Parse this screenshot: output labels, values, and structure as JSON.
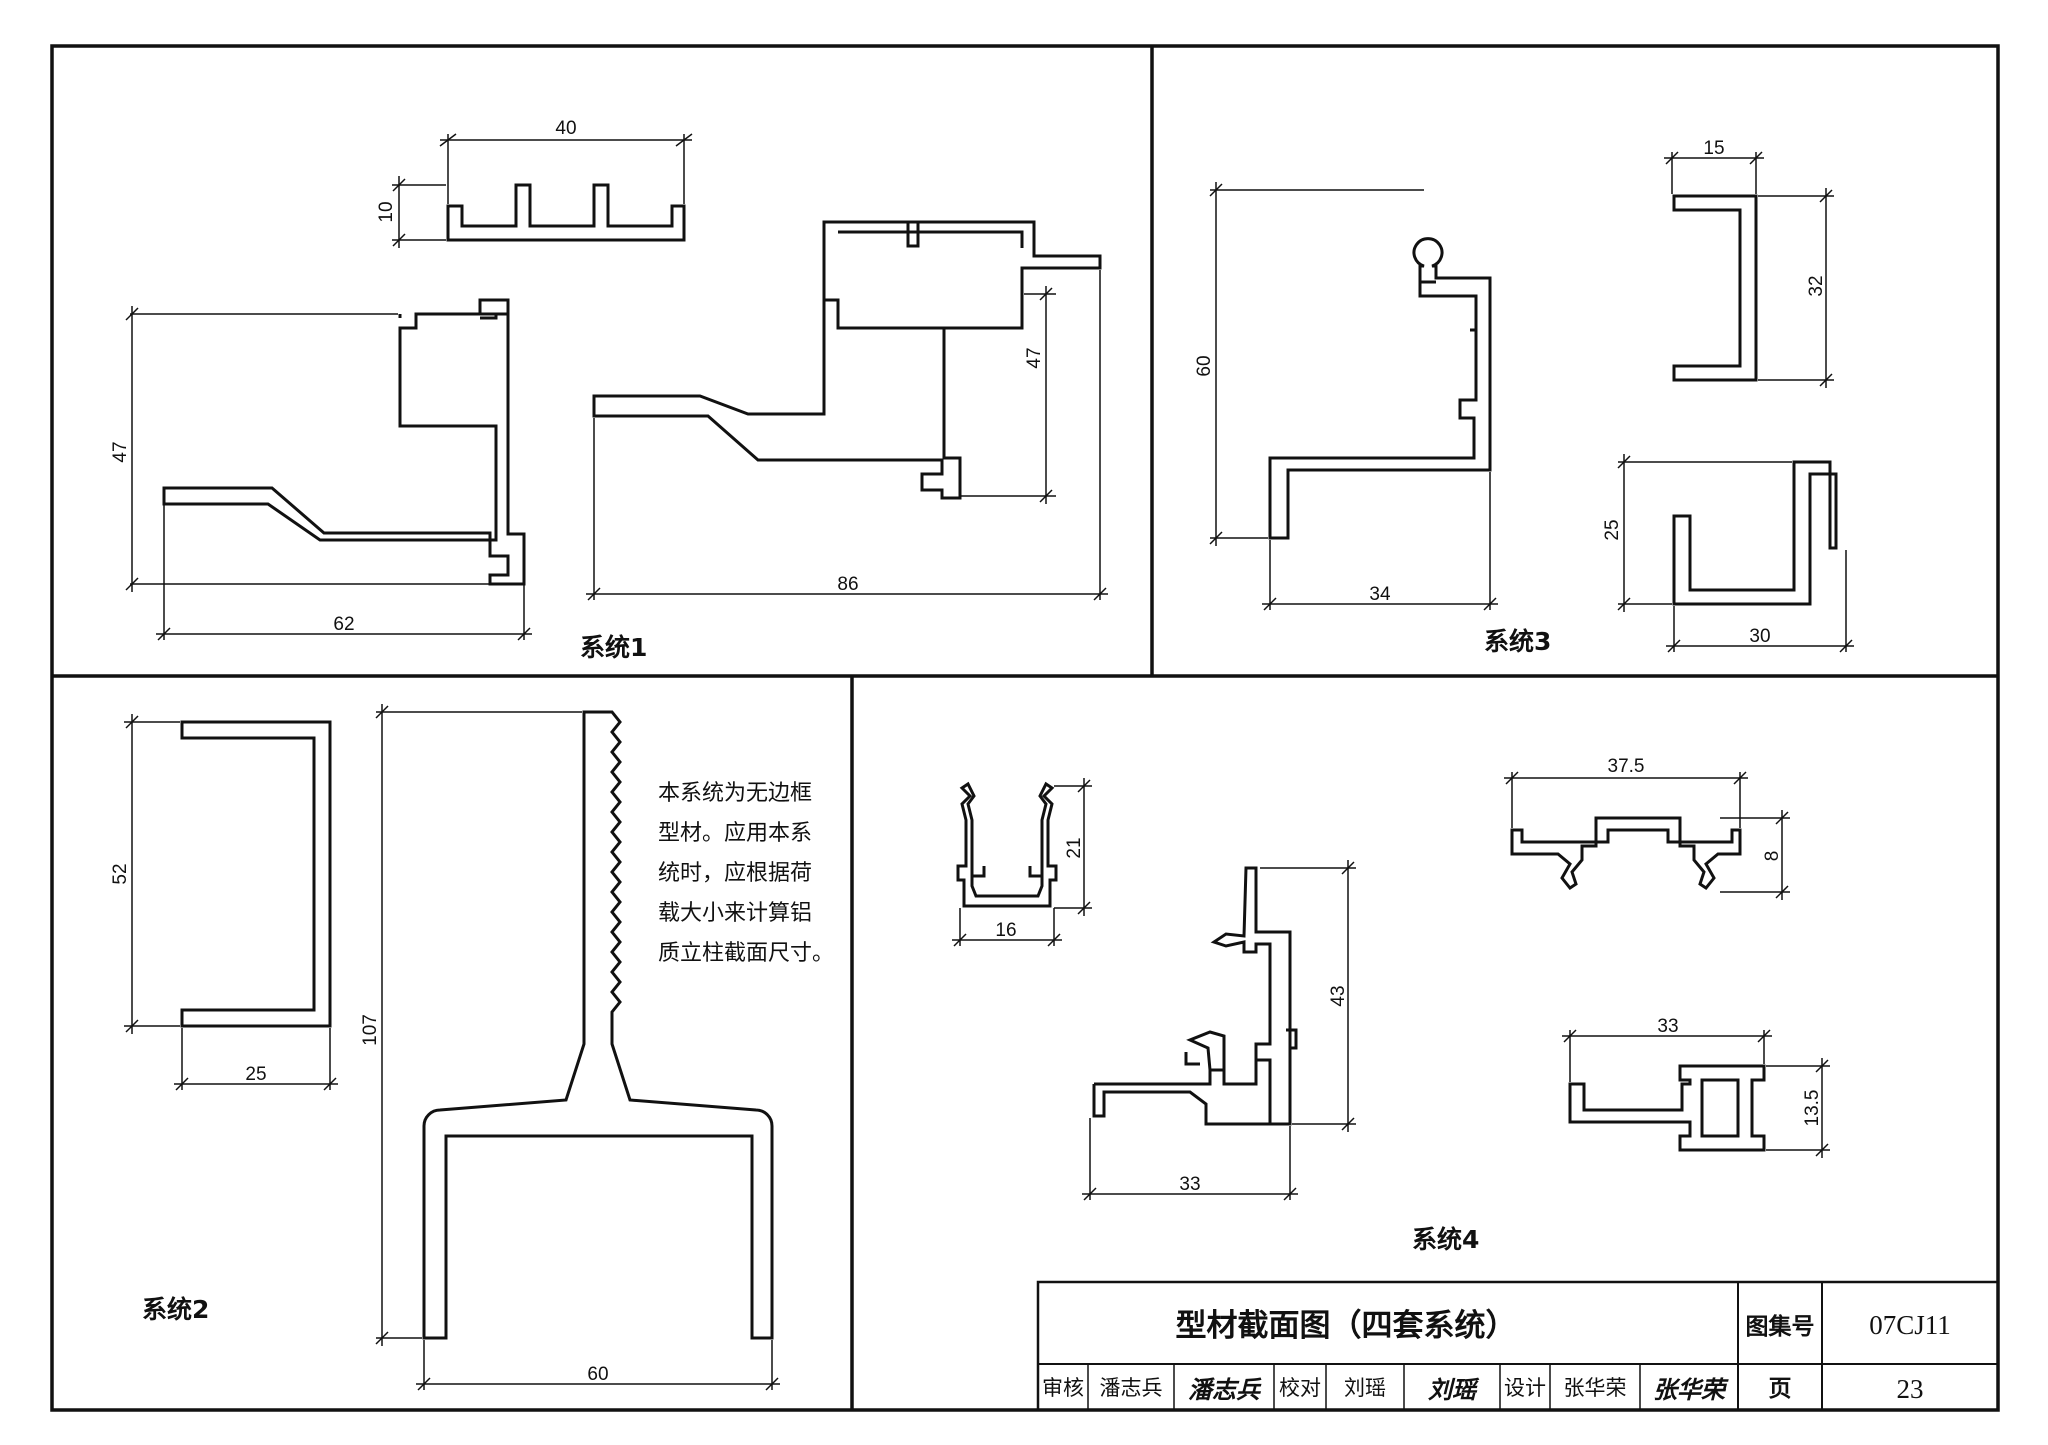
{
  "panels": {
    "system1": {
      "label": "系统1",
      "dims": {
        "top_width": "40",
        "top_height": "10",
        "left_height": "47",
        "left_width": "62",
        "right_height": "47",
        "right_width": "86"
      }
    },
    "system2": {
      "label": "系统2",
      "dims": {
        "channel_height": "52",
        "channel_width": "25",
        "mullion_height": "107",
        "mullion_width": "60"
      },
      "note_lines": [
        "本系统为无边框",
        "型材。应用本系",
        "统时，应根据荷",
        "载大小来计算铝",
        "质立柱截面尺寸。"
      ]
    },
    "system3": {
      "label": "系统3",
      "dims": {
        "main_height": "60",
        "main_width": "34",
        "top_width": "15",
        "top_height": "32",
        "bottom_height": "25",
        "bottom_width": "30"
      }
    },
    "system4": {
      "label": "系统4",
      "dims": {
        "u_height": "21",
        "u_width": "16",
        "main_height": "43",
        "main_width": "33",
        "cap_width": "37.5",
        "cap_height": "8",
        "small_width": "33",
        "small_height": "13.5"
      }
    }
  },
  "title_block": {
    "title": "型材截面图（四套系统）",
    "atlas_label": "图集号",
    "atlas_number": "07CJ11",
    "page_label": "页",
    "page_number": "23",
    "review_label": "审核",
    "reviewer": "潘志兵",
    "reviewer_signature": "潘志兵",
    "check_label": "校对",
    "checker": "刘瑶",
    "checker_signature": "刘瑶",
    "design_label": "设计",
    "designer": "张华荣",
    "designer_signature": "张华荣"
  }
}
